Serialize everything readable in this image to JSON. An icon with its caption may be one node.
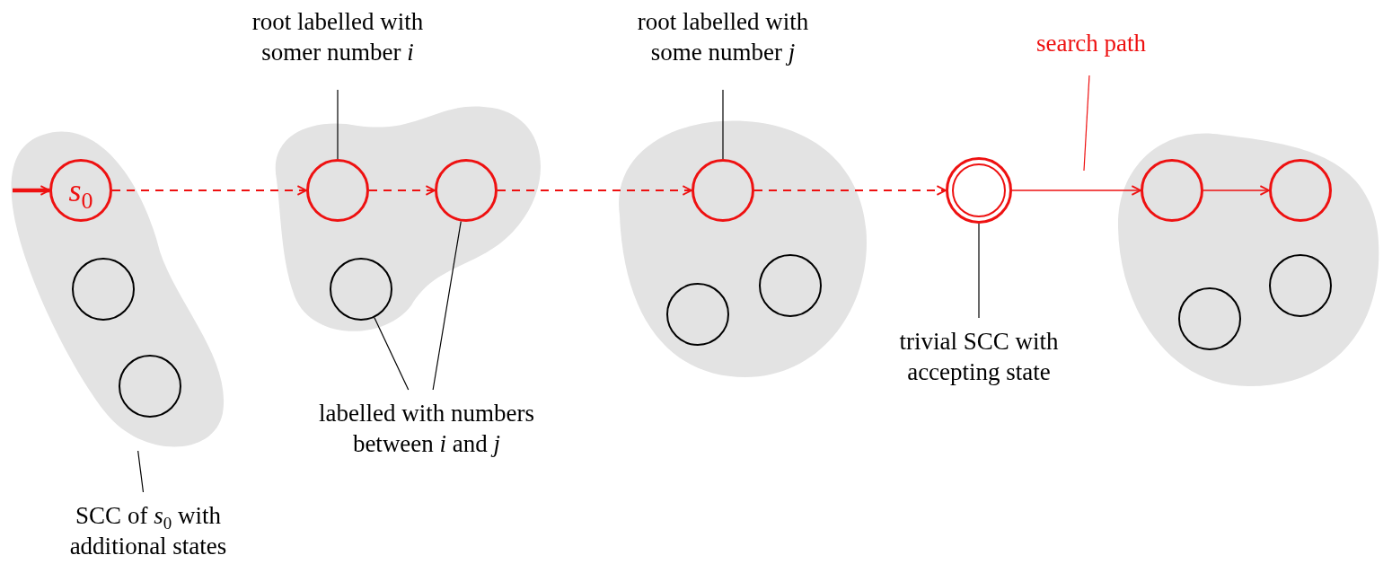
{
  "diagram": {
    "nodes": [
      {
        "text": [],
        "shape": "blob"
      },
      {
        "text": [
          "*s*$_{0}$"
        ],
        "in": 0
      },
      {
        "text": [],
        "shape": "circle",
        "in": 0
      },
      {
        "text": [],
        "shape": "circle",
        "in": 0
      },
      {
        "text": [],
        "shape": "blob"
      },
      {
        "text": [],
        "shape": "circle",
        "in": 4
      },
      {
        "text": [],
        "shape": "circle",
        "in": 4
      },
      {
        "text": [],
        "shape": "circle",
        "in": 4
      },
      {
        "text": [],
        "shape": "blob"
      },
      {
        "text": [],
        "shape": "circle",
        "in": 8
      },
      {
        "text": [],
        "shape": "circle",
        "in": 8
      },
      {
        "text": [],
        "shape": "circle",
        "in": 8
      },
      {
        "text": [],
        "shape": "double-circle"
      },
      {
        "text": [],
        "shape": "blob"
      },
      {
        "text": [],
        "shape": "circle",
        "in": 13
      },
      {
        "text": [],
        "shape": "circle",
        "in": 13
      },
      {
        "text": [],
        "shape": "circle",
        "in": 13
      },
      {
        "text": [],
        "shape": "circle",
        "in": 13
      },
      {
        "text": [
          "root labelled with somer number *i*"
        ]
      },
      {
        "text": [
          "root labelled with some number *j*"
        ]
      },
      {
        "text": [
          "search path"
        ]
      },
      {
        "text": [
          "labelled with numbers between *i* and *j*"
        ]
      },
      {
        "text": [
          "trivial SCC with accepting state"
        ]
      },
      {
        "text": [
          "SCC of *s*$_{0}$ with additional states"
        ]
      }
    ],
    "edges": [
      {
        "from": null,
        "to": 1,
        "arrow": "to",
        "style": "thick",
        "color": "#ee1111"
      },
      {
        "from": 1,
        "to": 5,
        "arrow": "to",
        "style": "dashed",
        "color": "#ee1111"
      },
      {
        "from": 5,
        "to": 6,
        "arrow": "to",
        "style": "dashed",
        "color": "#ee1111"
      },
      {
        "from": 6,
        "to": 9,
        "arrow": "to",
        "style": "dashed",
        "color": "#ee1111"
      },
      {
        "from": 9,
        "to": 12,
        "arrow": "to",
        "style": "dashed",
        "color": "#ee1111"
      },
      {
        "from": 12,
        "to": 14,
        "arrow": "to",
        "color": "#ee1111"
      },
      {
        "from": 14,
        "to": 15,
        "arrow": "to",
        "color": "#ee1111"
      },
      {
        "from": 18,
        "to": 5,
        "arrow": "none",
        "color": "#000000"
      },
      {
        "from": 19,
        "to": 9,
        "arrow": "none",
        "color": "#000000"
      },
      {
        "from": 20,
        "to": null,
        "arrow": "none",
        "color": "#ee1111"
      },
      {
        "from": 21,
        "to": 7,
        "arrow": "none",
        "color": "#000000"
      },
      {
        "from": 21,
        "to": 6,
        "arrow": "none",
        "color": "#000000"
      },
      {
        "from": 22,
        "to": 12,
        "arrow": "none",
        "color": "#000000"
      },
      {
        "from": 23,
        "to": 0,
        "arrow": "none",
        "color": "#000000"
      }
    ]
  }
}
